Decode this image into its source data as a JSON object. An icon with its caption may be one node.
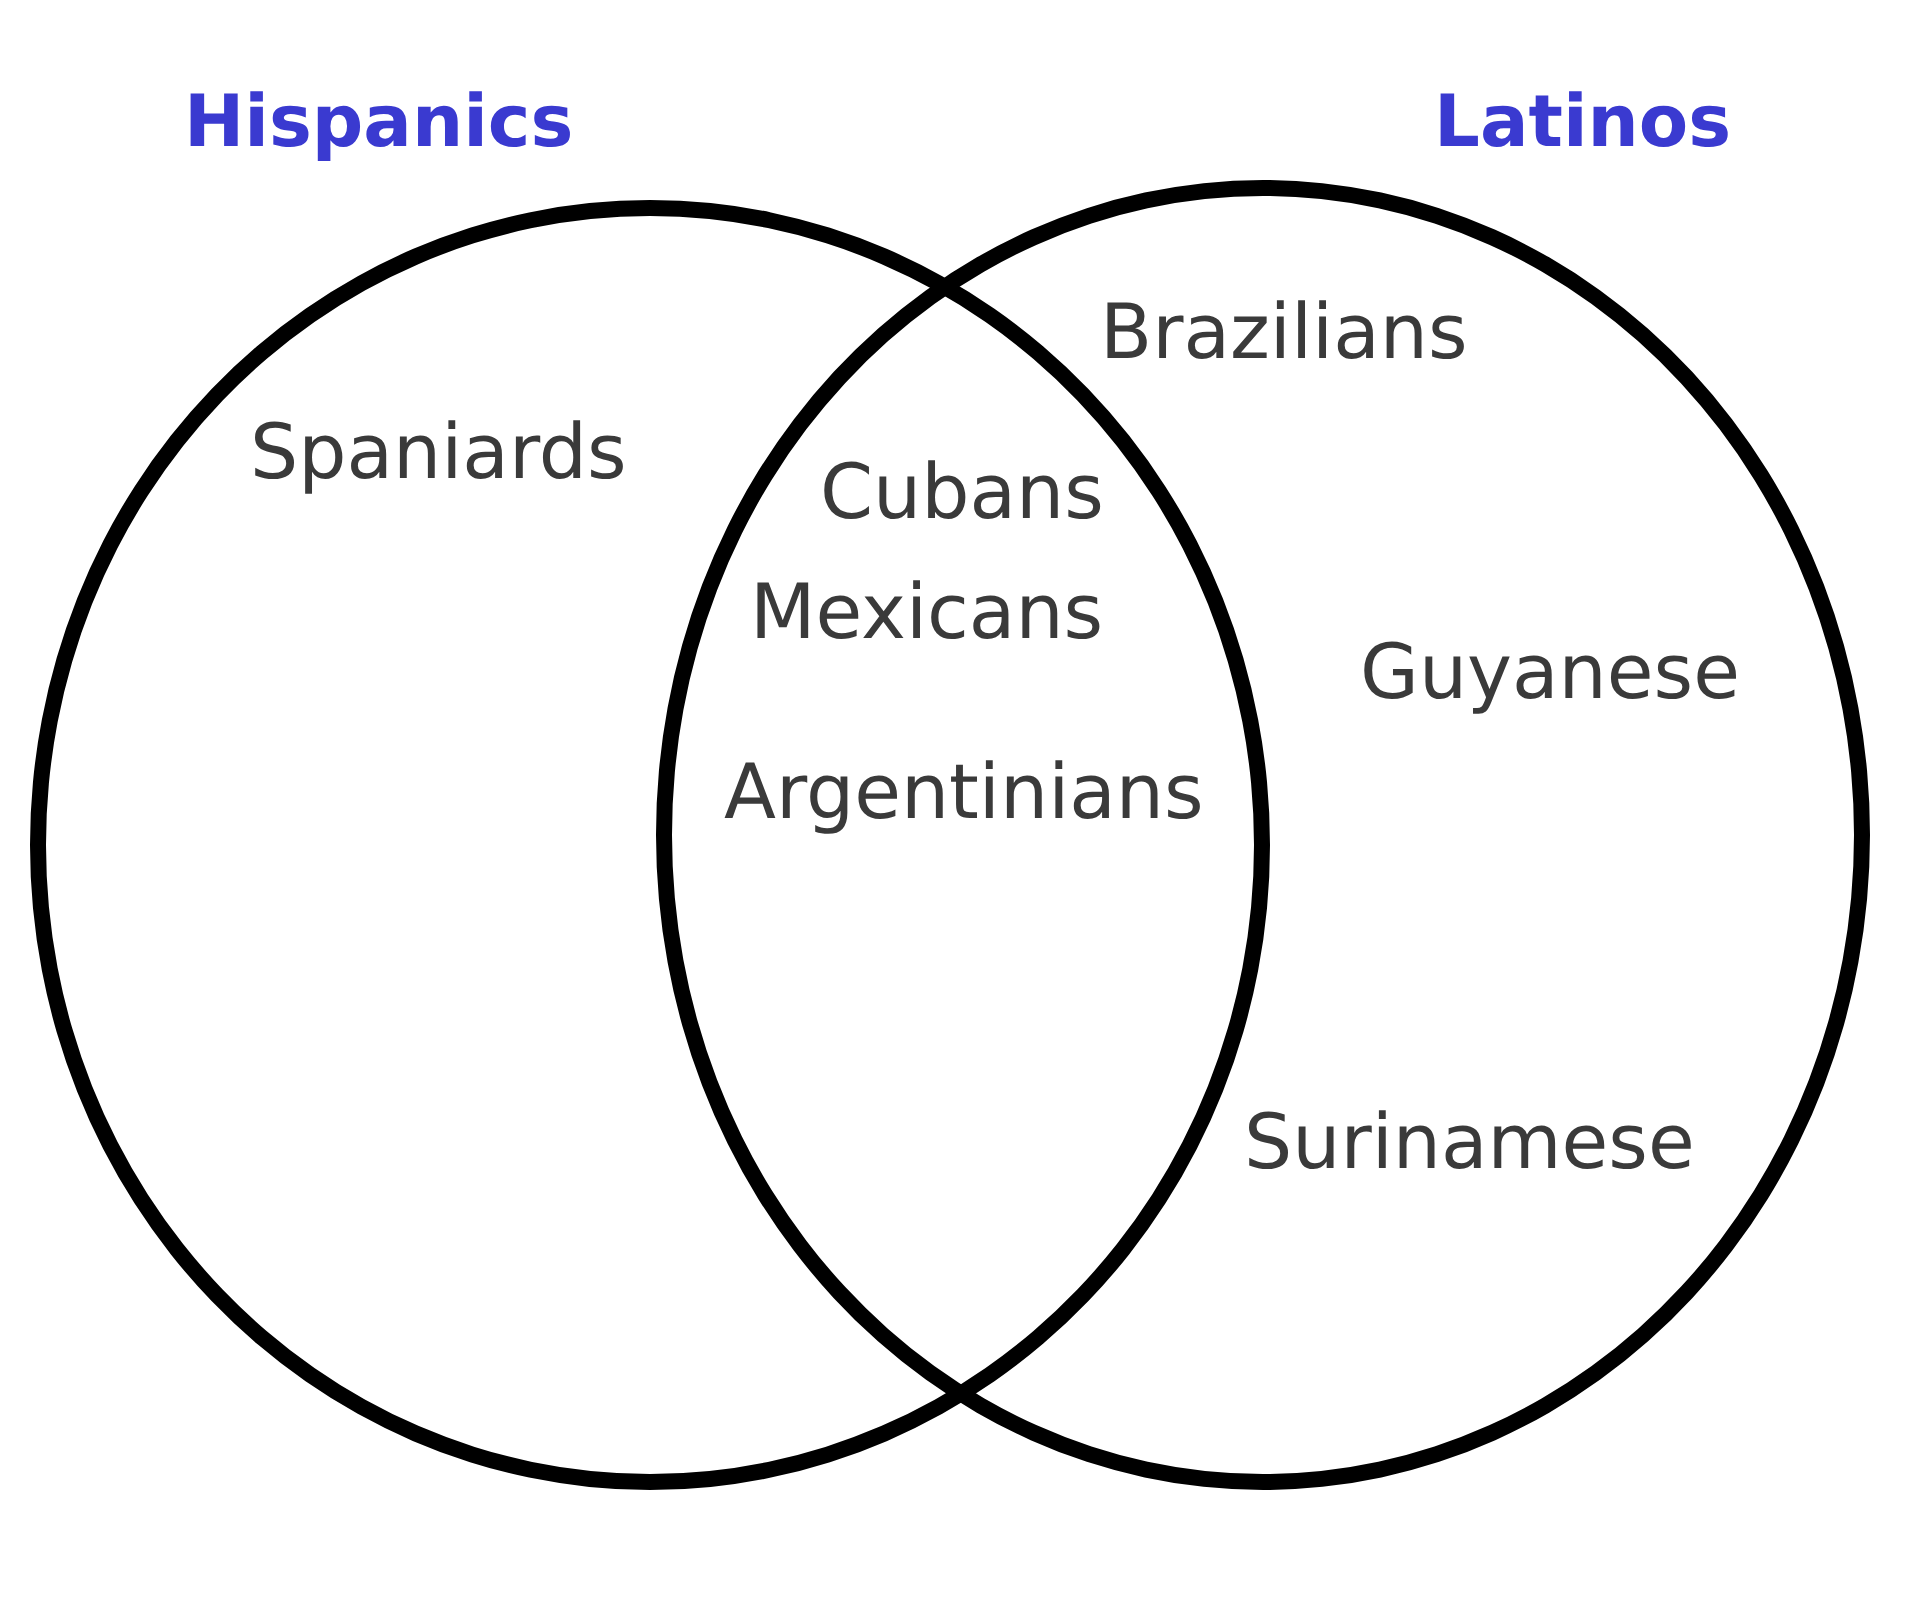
{
  "diagram": {
    "nodes": [
      {
        "text": [
          "Hispanics",
          "Spaniards"
        ]
      },
      {
        "text": [
          "Latinos",
          "Brazilians",
          "Guyanese",
          "Surinamese"
        ]
      }
    ],
    "labels": [
      "Cubans",
      "Mexicans",
      "Argentinians"
    ]
  }
}
